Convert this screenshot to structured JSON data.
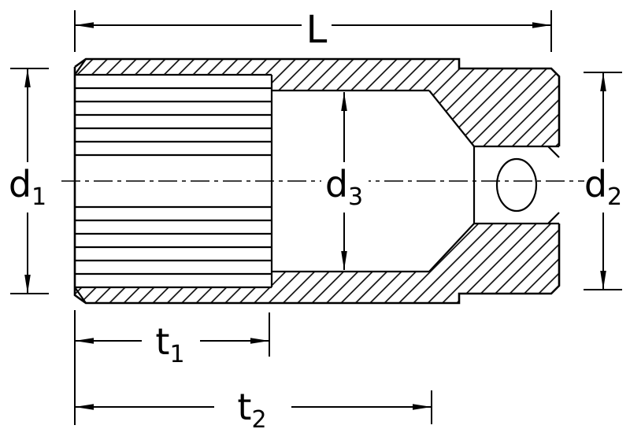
{
  "dimensions": {
    "length": {
      "label": "L"
    },
    "d1": {
      "label": "d",
      "subscript": "1"
    },
    "d2": {
      "label": "d",
      "subscript": "2"
    },
    "d3": {
      "label": "d",
      "subscript": "3"
    },
    "t1": {
      "label": "t",
      "subscript": "1"
    },
    "t2": {
      "label": "t",
      "subscript": "2"
    }
  },
  "colors": {
    "line": "#000000",
    "background": "#ffffff"
  }
}
